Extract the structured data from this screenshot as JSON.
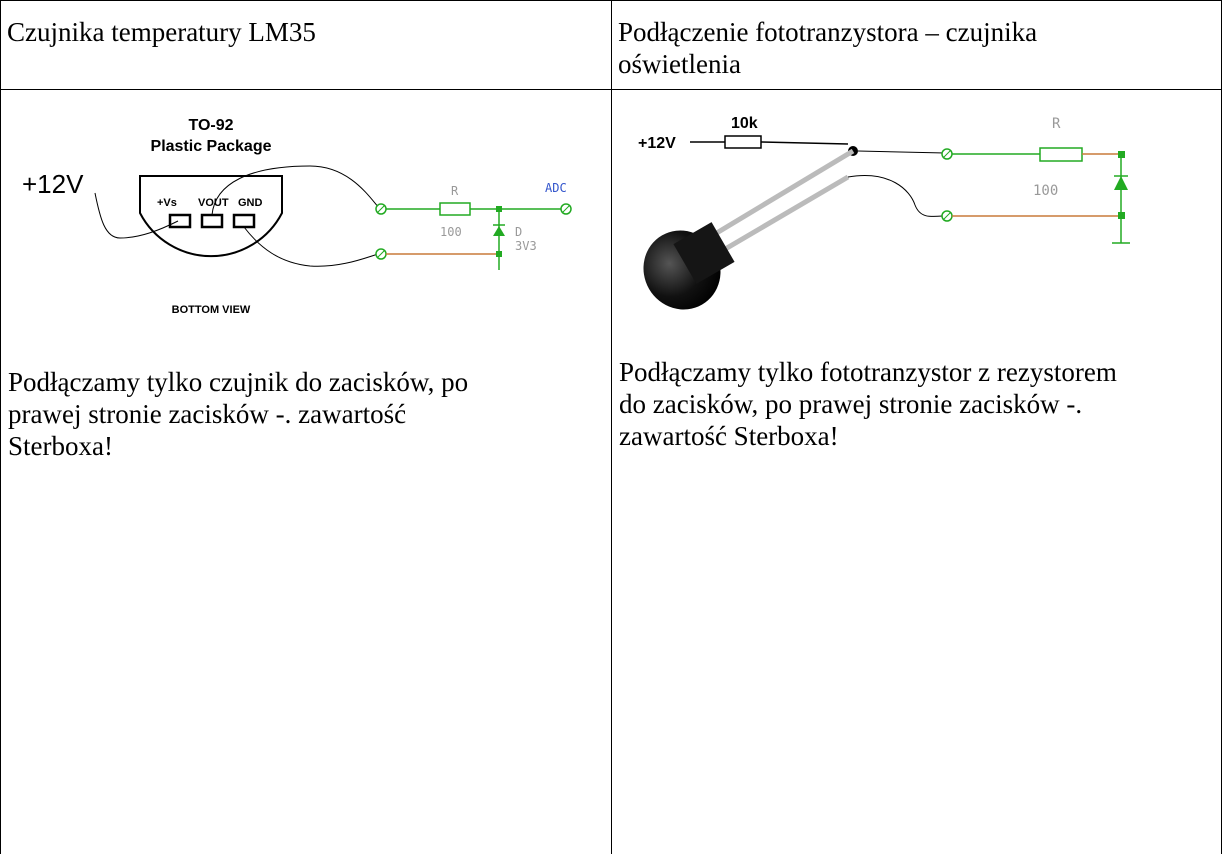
{
  "table": {
    "header": {
      "left": "Czujnika temperatury LM35",
      "right_line1": "Podłączenie fototranzystora – czujnika",
      "right_line2": "oświetlenia"
    },
    "left_cell": {
      "description_lines": [
        "Podłączamy tylko czujnik do zacisków, po",
        "prawej stronie zacisków -. zawartość",
        "Sterboxa!"
      ],
      "diagram": {
        "package_title": "TO-92",
        "package_subtitle": "Plastic Package",
        "supply": "+12V",
        "pin_vs": "+Vs",
        "pin_vout": "VOUT",
        "pin_gnd": "GND",
        "bottom_view": "BOTTOM VIEW",
        "resistor_label": "R",
        "resistor_value": "100",
        "adc_label": "ADC",
        "diode_label": "D",
        "diode_value": "3V3"
      }
    },
    "right_cell": {
      "description_lines": [
        "Podłączamy tylko fototranzystor z rezystorem",
        "do zacisków, po prawej stronie zacisków -.",
        "zawartość Sterboxa!"
      ],
      "diagram": {
        "supply": "+12V",
        "resistor_top": "10k",
        "resistor_label": "R",
        "resistor_value": "100"
      }
    }
  },
  "colors": {
    "wire_green": "#22aa22",
    "wire_orange": "#c87a3a",
    "label_gray": "#999999",
    "adc_blue": "#3355cc"
  }
}
